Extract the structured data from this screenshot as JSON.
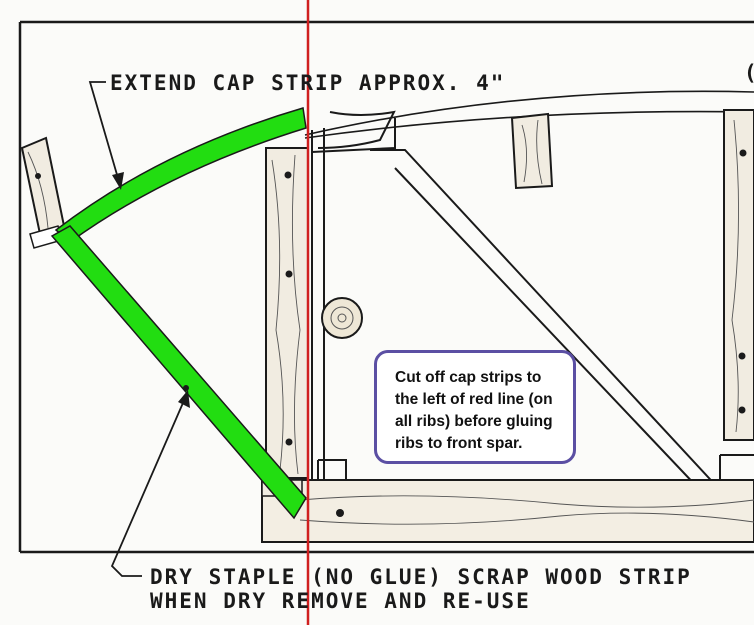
{
  "labels": {
    "top_annotation": "EXTEND CAP STRIP APPROX. 4\"",
    "bottom_line_1": "DRY STAPLE (NO GLUE) SCRAP WOOD STRIP",
    "bottom_line_2": "WHEN DRY REMOVE AND RE-USE",
    "corner_fragment": "("
  },
  "callout": {
    "text": "Cut off cap strips to the left of red line (on all ribs) before gluing ribs to front spar."
  },
  "colors": {
    "cap_strip": "#22dd11",
    "cut_line": "#d02020",
    "callout_border": "#5b4fa3",
    "ink": "#1a1a1a"
  }
}
